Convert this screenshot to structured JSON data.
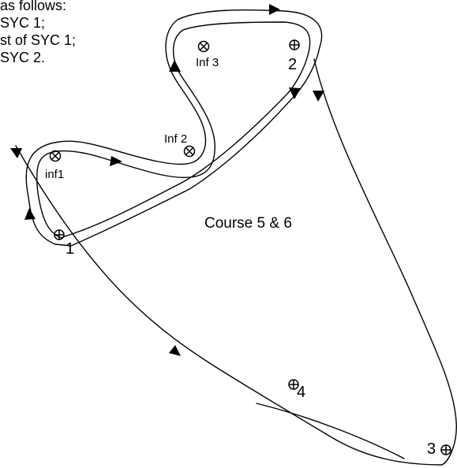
{
  "header_lines": [
    "as follows:",
    "SYC 1;",
    "st of SYC 1;",
    "SYC 2."
  ],
  "course_label": "Course 5 & 6",
  "marks": [
    {
      "id": "mark-1",
      "label": "1"
    },
    {
      "id": "mark-2",
      "label": "2"
    },
    {
      "id": "mark-3",
      "label": "3"
    },
    {
      "id": "mark-4",
      "label": "4"
    }
  ],
  "inflatables": [
    {
      "id": "inf-1",
      "label": "inf1"
    },
    {
      "id": "inf-2",
      "label": "Inf 2"
    },
    {
      "id": "inf-3",
      "label": "Inf 3"
    }
  ],
  "colors": {
    "line": "#000000",
    "background": "#ffffff"
  },
  "icons": {
    "mark": "circle-plus-buoy-icon",
    "inflatable": "circle-x-buoy-icon",
    "direction": "filled-arrowhead-icon"
  }
}
